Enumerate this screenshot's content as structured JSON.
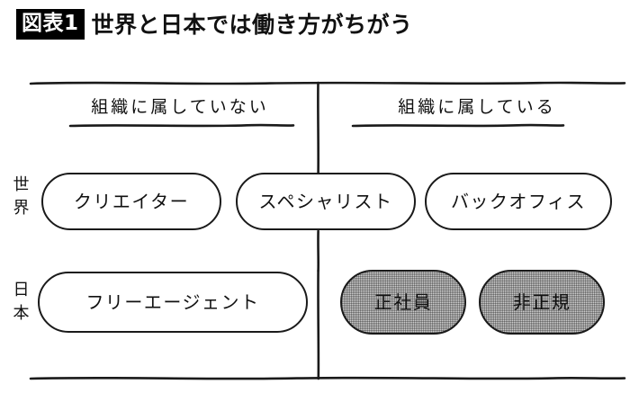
{
  "title": {
    "badge": "図表1",
    "text": "世界と日本では働き方がちがう"
  },
  "diagram": {
    "type": "2x2-matrix",
    "columns": [
      {
        "id": "not-belonging",
        "label": "組織に属していない"
      },
      {
        "id": "belonging",
        "label": "組織に属している"
      }
    ],
    "rows": [
      {
        "id": "world",
        "label": "世界",
        "chars": [
          "世",
          "界"
        ]
      },
      {
        "id": "japan",
        "label": "日本",
        "chars": [
          "日",
          "本"
        ]
      }
    ],
    "nodes": [
      {
        "id": "creator",
        "label": "クリエイター",
        "row": "world",
        "column": "not-belonging",
        "fill": "white"
      },
      {
        "id": "specialist",
        "label": "スペシャリスト",
        "row": "world",
        "column": "straddles-both",
        "fill": "white"
      },
      {
        "id": "backoffice",
        "label": "バックオフィス",
        "row": "world",
        "column": "belonging",
        "fill": "white"
      },
      {
        "id": "freeagent",
        "label": "フリーエージェント",
        "row": "japan",
        "column": "not-belonging",
        "fill": "white"
      },
      {
        "id": "seishain",
        "label": "正社員",
        "row": "japan",
        "column": "belonging",
        "fill": "shaded"
      },
      {
        "id": "hiseiki",
        "label": "非正規",
        "row": "japan",
        "column": "belonging",
        "fill": "shaded"
      }
    ]
  },
  "colors": {
    "ink": "#111111",
    "badge_background": "#000000",
    "badge_text": "#ffffff",
    "page_background": "#ffffff",
    "pill_fill_white": "#ffffff",
    "pill_fill_shaded": "#d0d0d0",
    "pill_border": "#1a1a1a"
  }
}
